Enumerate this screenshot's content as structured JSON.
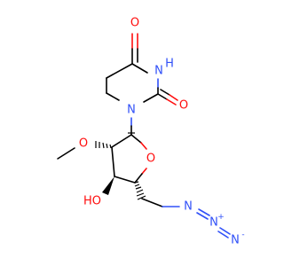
{
  "atom_labels": {
    "o_c4": "O",
    "n3": "N",
    "h_n3": "H",
    "o_c2": "O",
    "n1": "N",
    "o_ring": "O",
    "o_methoxy": "O",
    "oh": "HO",
    "n_az1": "N",
    "n_az2": "N",
    "n_az2_charge": "+",
    "n_az3": "N",
    "n_az3_charge": "-"
  },
  "colors": {
    "oxygen": "#ff0d0d",
    "nitrogen": "#3050f8",
    "carbon": "#000000",
    "background": "#ffffff"
  }
}
